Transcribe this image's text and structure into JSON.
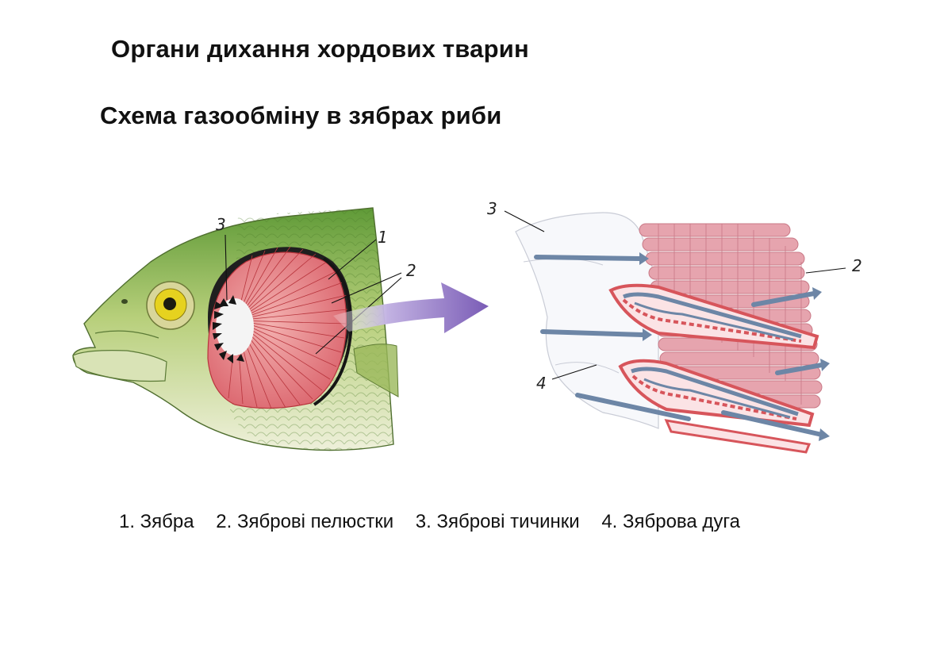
{
  "title": "Органи дихання хордових тварин",
  "subtitle": "Схема газообміну в зябрах риби",
  "callouts": {
    "fish": [
      "3",
      "1",
      "2"
    ],
    "detail": [
      "3",
      "2",
      "4"
    ]
  },
  "legend": [
    "1. Зябра",
    "2. Зяброві пелюстки",
    "3. Зяброві тичинки",
    "4. Зяброва дуга"
  ],
  "colors": {
    "fish_back": "#6a9b3a",
    "fish_belly": "#e8ecd0",
    "gill_red": "#e2777b",
    "gill_line": "#b8343c",
    "eye": "#e6d21f",
    "arrow": "#8a6fc0",
    "vessel_blue": "#6d86a6",
    "vessel_red": "#d7555b"
  }
}
